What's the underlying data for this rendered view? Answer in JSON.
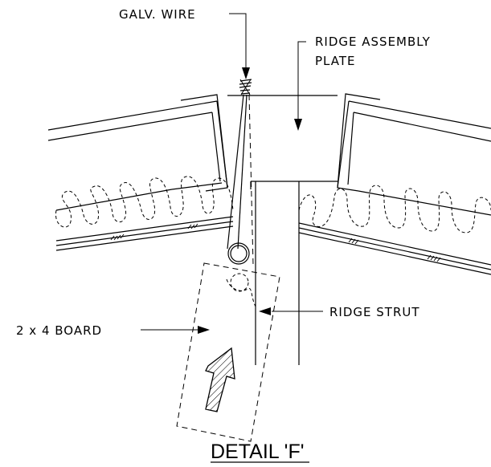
{
  "labels": {
    "galv_wire": "GALV. WIRE",
    "ridge_assembly_line1": "RIDGE ASSEMBLY",
    "ridge_assembly_line2": "PLATE",
    "ridge_strut": "RIDGE STRUT",
    "board": "2 x 4 BOARD"
  },
  "title": "DETAIL 'F'"
}
